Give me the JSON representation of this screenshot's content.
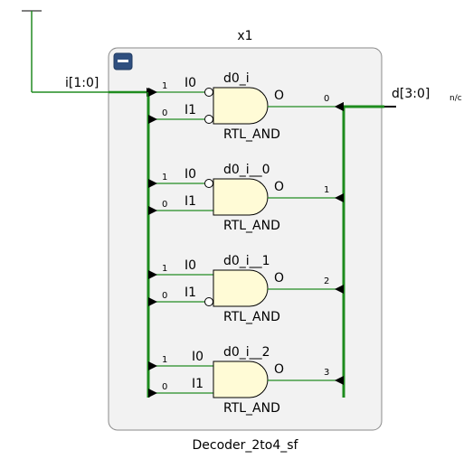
{
  "module": {
    "instance": "x1",
    "cell": "Decoder_2to4_sf",
    "collapse_icon": "minus-icon",
    "input_port": "i[1:0]",
    "output_port": "d[3:0]",
    "nc_label": "n/c"
  },
  "gates": [
    {
      "name": "d0_i",
      "type": "RTL_AND",
      "in0_label": "I0",
      "in1_label": "I1",
      "out_label": "O",
      "in0_bit": "1",
      "in1_bit": "0",
      "out_bit": "0",
      "in0_inverted": true,
      "in1_inverted": true
    },
    {
      "name": "d0_i__0",
      "type": "RTL_AND",
      "in0_label": "I0",
      "in1_label": "I1",
      "out_label": "O",
      "in0_bit": "1",
      "in1_bit": "0",
      "out_bit": "1",
      "in0_inverted": true,
      "in1_inverted": false
    },
    {
      "name": "d0_i__1",
      "type": "RTL_AND",
      "in0_label": "I0",
      "in1_label": "I1",
      "out_label": "O",
      "in0_bit": "1",
      "in1_bit": "0",
      "out_bit": "2",
      "in0_inverted": false,
      "in1_inverted": true
    },
    {
      "name": "d0_i__2",
      "type": "RTL_AND",
      "in0_label": "I0",
      "in1_label": "I1",
      "out_label": "O",
      "in0_bit": "1",
      "in1_bit": "0",
      "out_bit": "3",
      "in0_inverted": false,
      "in1_inverted": false
    }
  ],
  "colors": {
    "wire": "#228b22",
    "bus": "#1e8c1e",
    "gate_fill": "#fffbd6",
    "module_fill": "#f2f2f2",
    "collapse_fill": "#2f4f7f"
  }
}
